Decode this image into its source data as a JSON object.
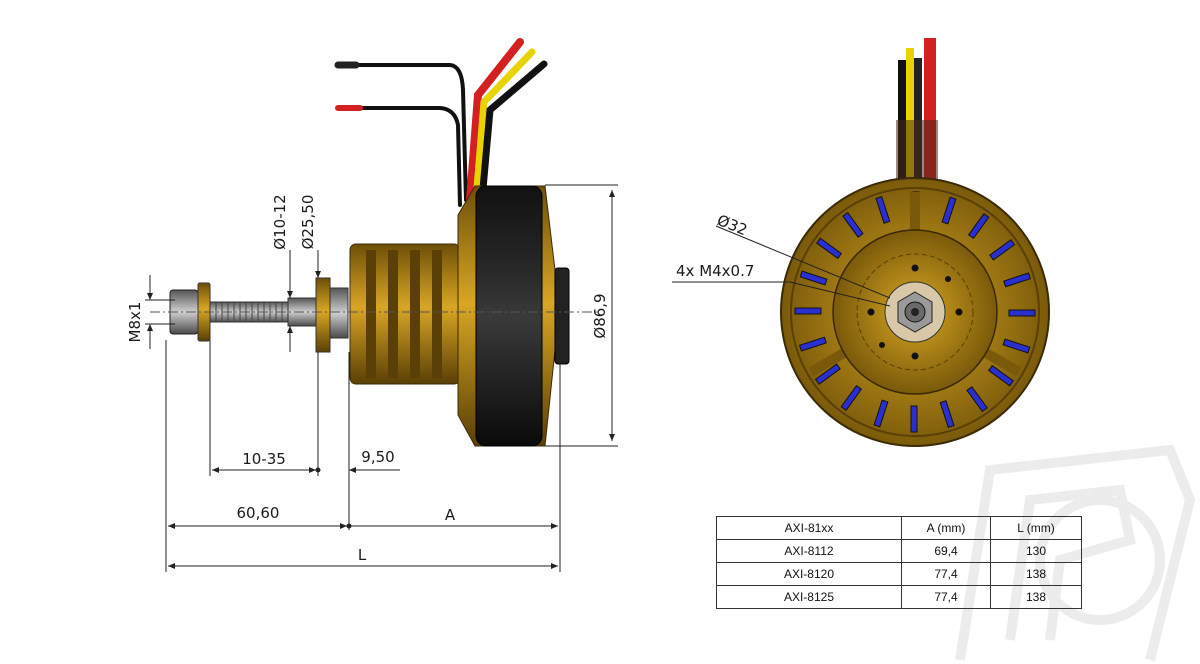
{
  "dimensions": {
    "shaft_thread": "M8x1",
    "shaft_dia": "Ø10-12",
    "collar_dia": "Ø25,50",
    "motor_dia": "Ø86,9",
    "adjust_range": "10-35",
    "flange_offset": "9,50",
    "mount_length": "60,60",
    "a_label": "A",
    "l_label": "L",
    "bolt_circle": "Ø32",
    "mount_holes": "4x M4x0.7"
  },
  "table": {
    "headers": [
      "AXI-81xx",
      "A (mm)",
      "L (mm)"
    ],
    "rows": [
      [
        "AXI-8112",
        "69,4",
        "130"
      ],
      [
        "AXI-8120",
        "77,4",
        "138"
      ],
      [
        "AXI-8125",
        "77,4",
        "138"
      ]
    ]
  },
  "colors": {
    "gold": "#b8860b",
    "dark_gold": "#7a5a0a",
    "blue": "#2a2fd0",
    "red_wire": "#d42020",
    "yellow_wire": "#e8d200",
    "black": "#111111"
  }
}
